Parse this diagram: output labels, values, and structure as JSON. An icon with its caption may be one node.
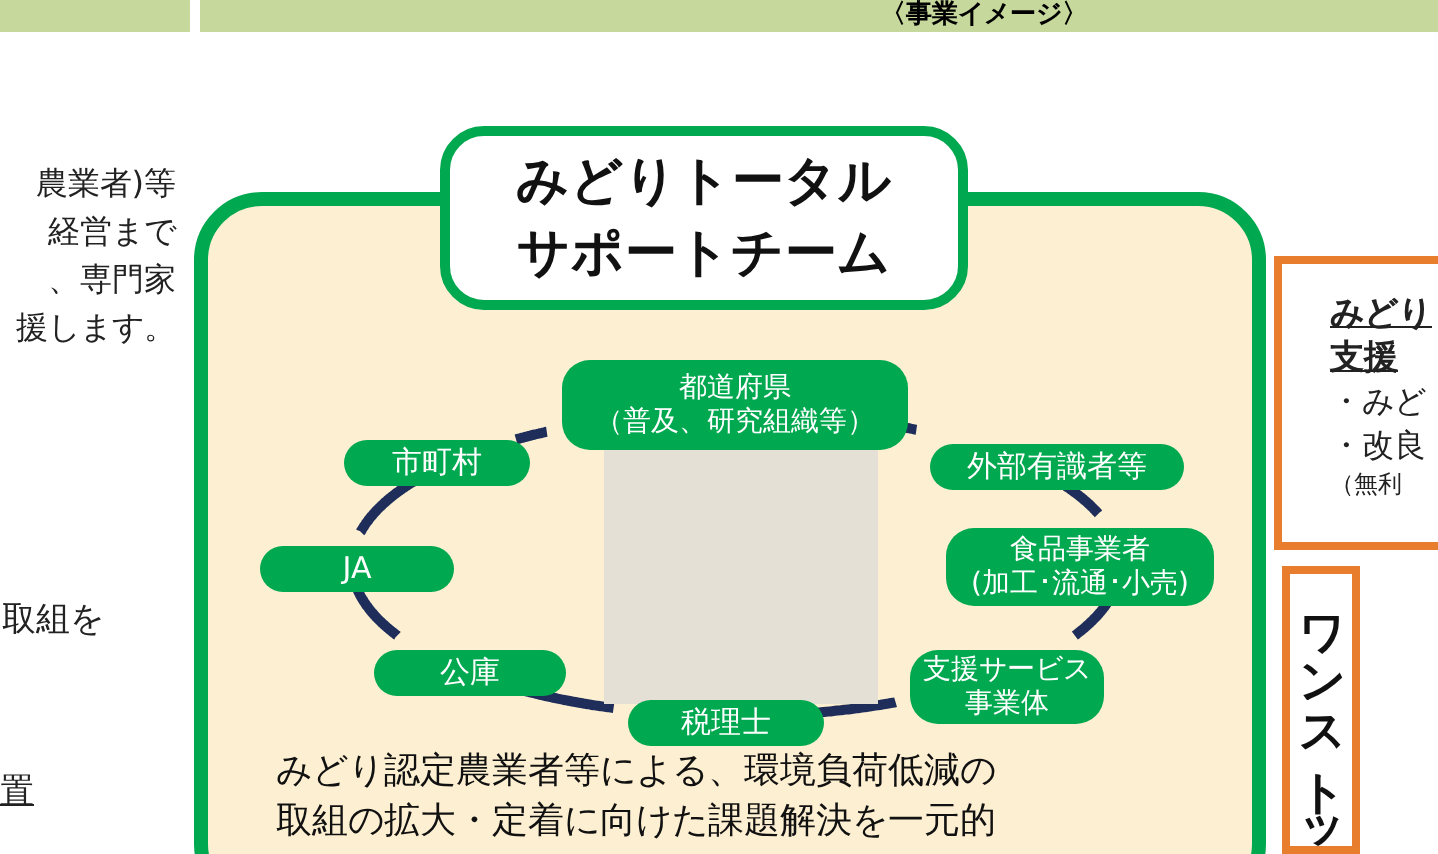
{
  "diagram": {
    "nodes": [
      {
        "text": [
          "みどりトータルサポートチーム",
          "みどり認定農業者等による、環境負荷低減の取組の拡大・定着に向けた課題解決を一元的"
        ]
      },
      {
        "text": [
          "都道府県（普及、研究組織等）"
        ],
        "in": 0
      },
      {
        "text": [
          "市町村"
        ],
        "in": 0
      },
      {
        "text": [
          "外部有識者等"
        ],
        "in": 0
      },
      {
        "text": [
          "JA"
        ],
        "in": 0
      },
      {
        "text": [
          "食品事業者(加工･流通･小売)"
        ],
        "in": 0
      },
      {
        "text": [
          "公庫"
        ],
        "in": 0
      },
      {
        "text": [
          "支援サービス事業体"
        ],
        "in": 0
      },
      {
        "text": [
          "税理士"
        ],
        "in": 0
      },
      {
        "text": [
          "みどり支援",
          "・みど",
          "・改良",
          "（無利"
        ]
      },
      {
        "text": [
          "ワンストッ"
        ]
      }
    ],
    "edges": [
      {
        "from": 2,
        "to": 1,
        "arrow": "none"
      },
      {
        "from": 1,
        "to": 3,
        "arrow": "none"
      },
      {
        "from": 3,
        "to": 5,
        "arrow": "none"
      },
      {
        "from": 5,
        "to": 7,
        "arrow": "none"
      },
      {
        "from": 7,
        "to": 8,
        "arrow": "none"
      },
      {
        "from": 8,
        "to": 6,
        "arrow": "none"
      },
      {
        "from": 6,
        "to": 4,
        "arrow": "none"
      },
      {
        "from": 4,
        "to": 2,
        "arrow": "none"
      }
    ],
    "labels": [
      "〈事業イメージ〉",
      "農業者)等経営まで、専門家援します。",
      "取組を",
      "置"
    ]
  }
}
